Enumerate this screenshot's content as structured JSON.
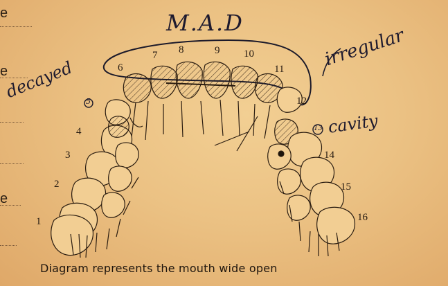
{
  "left_margin_fragments": [
    "e",
    "e",
    "e"
  ],
  "header_initials": "M.A.D",
  "tooth_numbers": [
    "1",
    "2",
    "3",
    "4",
    "6",
    "7",
    "8",
    "9",
    "10",
    "11",
    "12",
    "14",
    "15",
    "16"
  ],
  "annotations": {
    "decayed": "decayed",
    "irregular": "irregular",
    "cavity": "cavity",
    "cavity_tooth_number": "13",
    "decayed_tooth_number": "5"
  },
  "caption": "Diagram represents the mouth wide open"
}
